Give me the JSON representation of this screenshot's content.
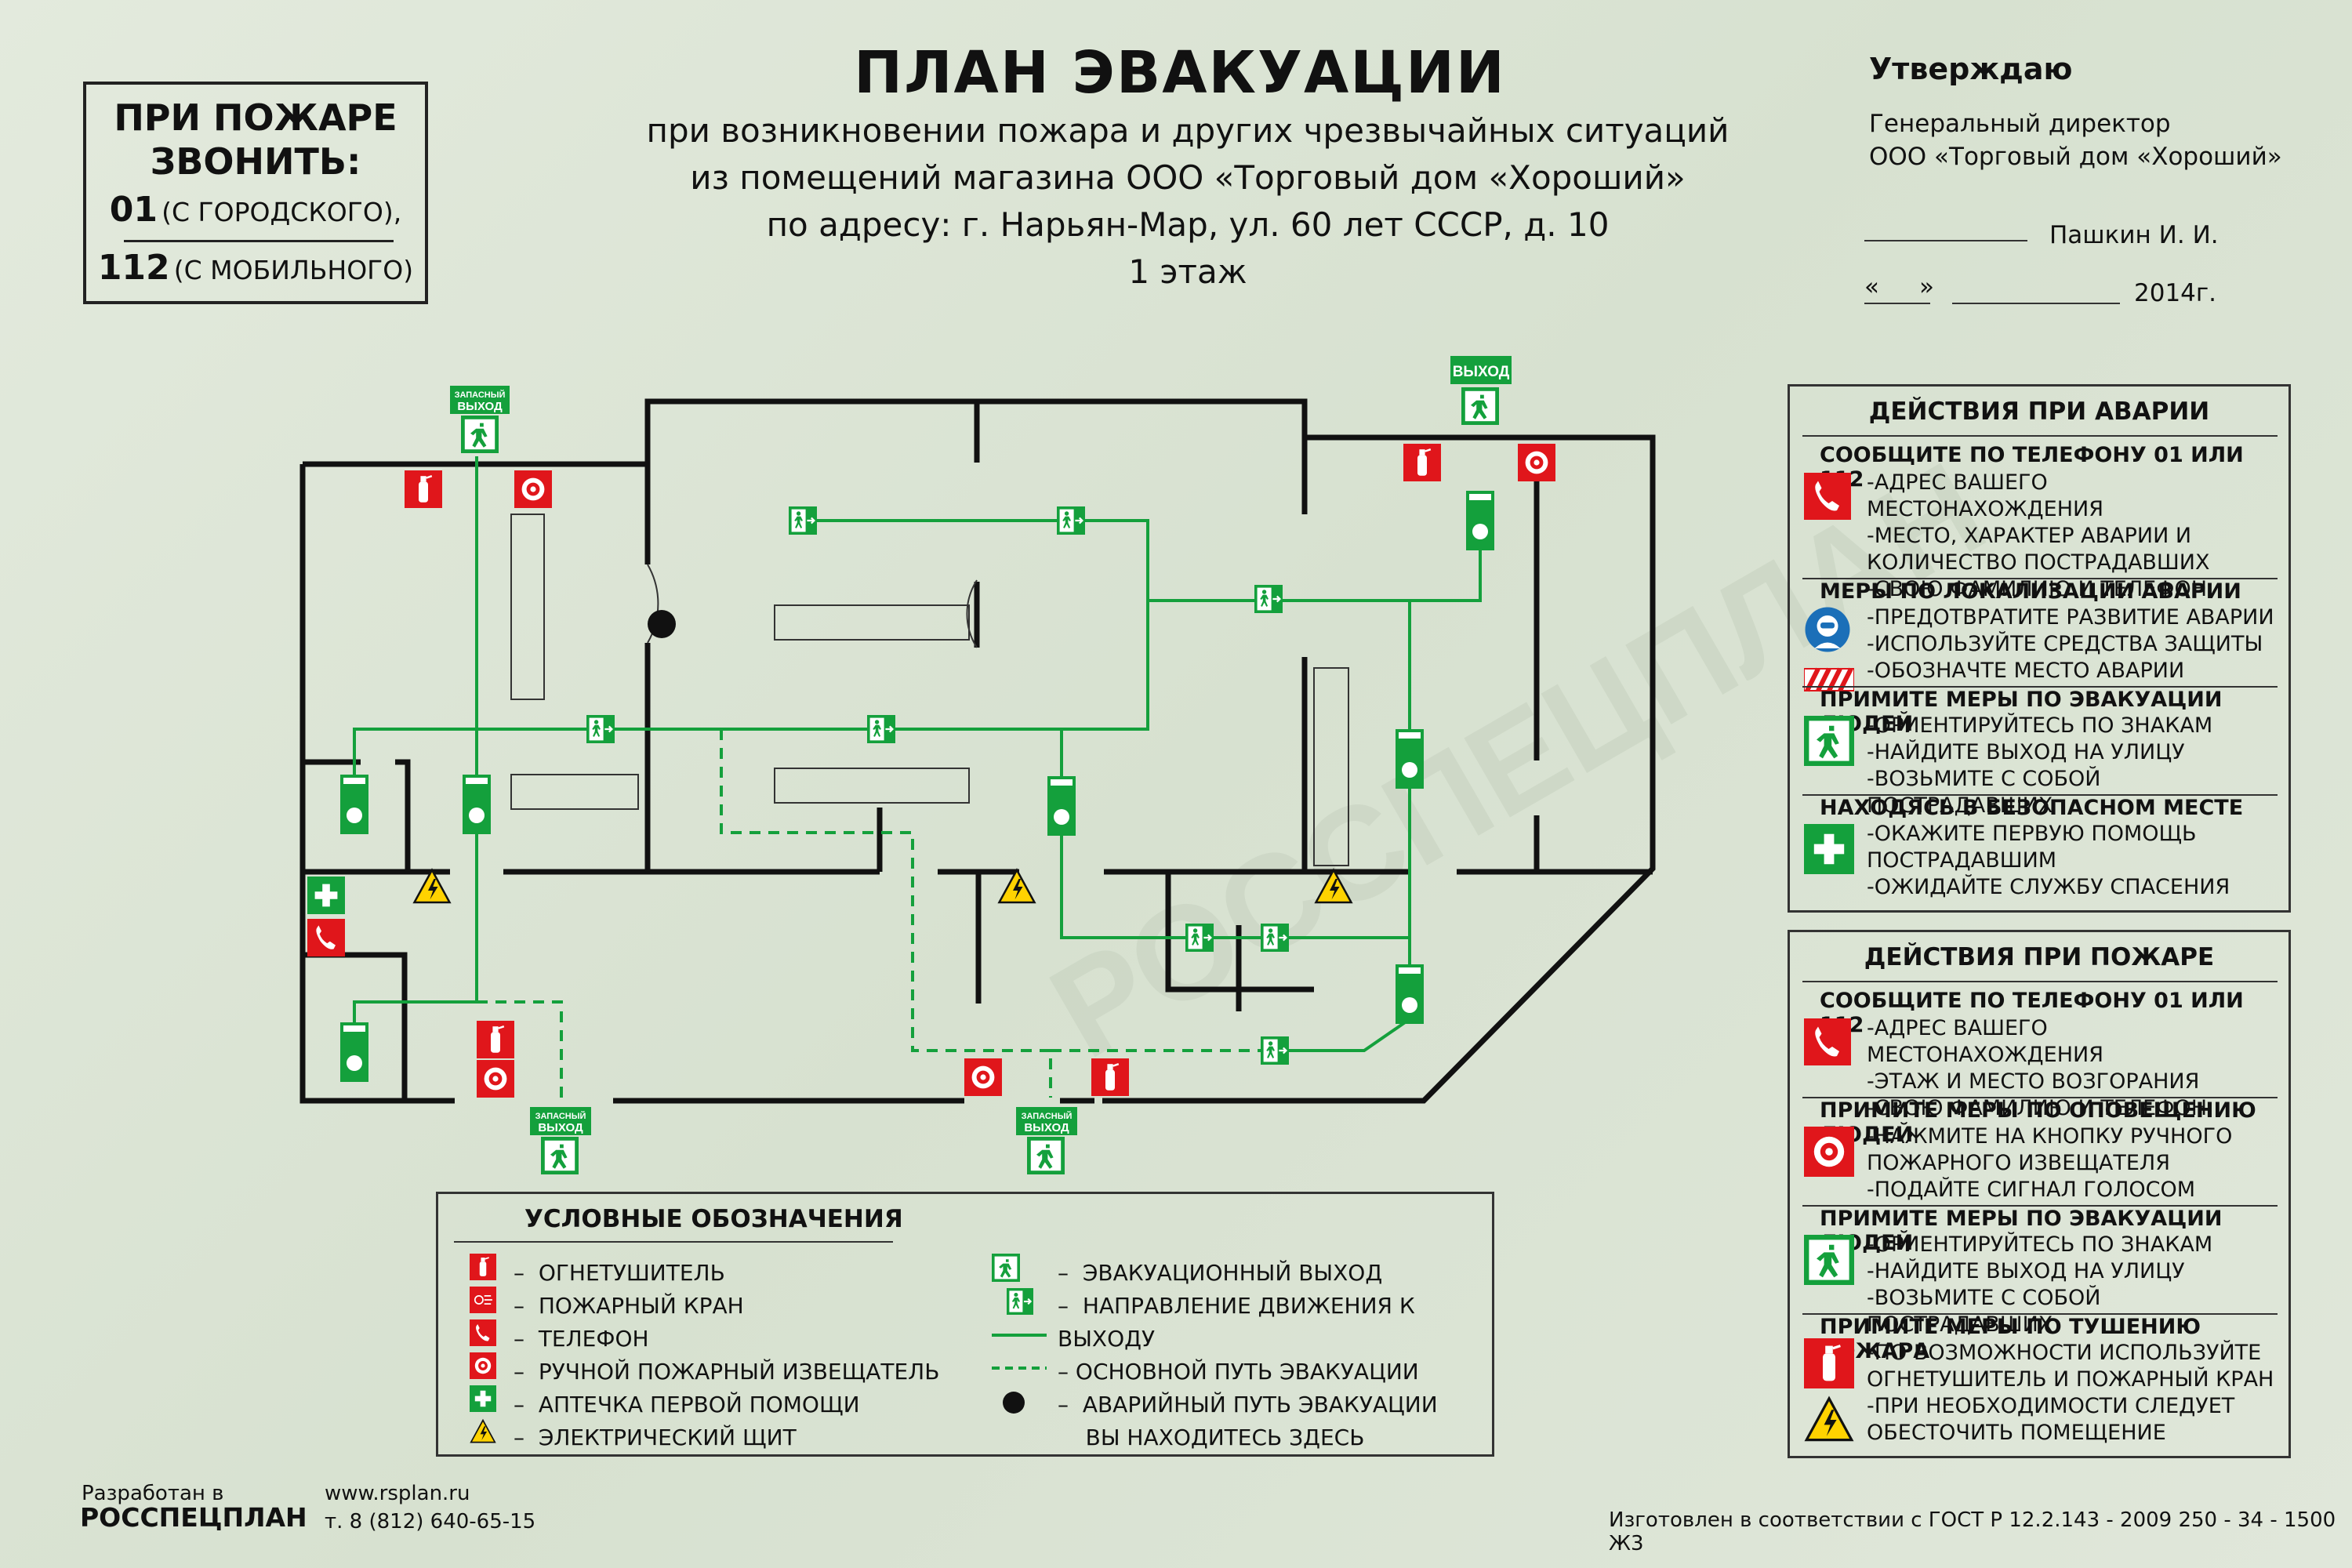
{
  "call_box": {
    "title": "ПРИ ПОЖАРЕ ЗВОНИТЬ:",
    "num1": "01",
    "note1": "(С ГОРОДСКОГО),",
    "num2": "112",
    "note2": "(С МОБИЛЬНОГО)"
  },
  "header": {
    "title": "ПЛАН ЭВАКУАЦИИ",
    "line1": "при возникновении пожара и других чрезвычайных ситуаций",
    "line2": "из помещений магазина ООО «Торговый дом «Хороший»",
    "line3": "по адресу: г. Нарьян-Мар, ул. 60 лет СССР, д. 10",
    "line4": "1 этаж"
  },
  "approval": {
    "title": "Утверждаю",
    "position": "Генеральный директор",
    "company": "ООО «Торговый дом «Хороший»",
    "name": "Пашкин И. И.",
    "date_quote_open": "«",
    "date_quote_close": "»",
    "year": "2014г."
  },
  "plan": {
    "exit_label": "ВЫХОД",
    "spare_exit_line1": "ЗАПАСНЫЙ",
    "spare_exit_line2": "ВЫХОД",
    "watermark": "РОССПЕЦПЛАН"
  },
  "legend": {
    "title": "УСЛОВНЫЕ ОБОЗНАЧЕНИЯ",
    "items_left": [
      {
        "icon": "fire-extinguisher-icon",
        "text": "ОГНЕТУШИТЕЛЬ"
      },
      {
        "icon": "fire-hydrant-icon",
        "text": "ПОЖАРНЫЙ КРАН"
      },
      {
        "icon": "telephone-icon",
        "text": "ТЕЛЕФОН"
      },
      {
        "icon": "manual-alarm-icon",
        "text": "РУЧНОЙ ПОЖАРНЫЙ ИЗВЕЩАТЕЛЬ"
      },
      {
        "icon": "first-aid-icon",
        "text": "АПТЕЧКА ПЕРВОЙ ПОМОЩИ"
      },
      {
        "icon": "electric-panel-icon",
        "text": "ЭЛЕКТРИЧЕСКИЙ ЩИТ"
      }
    ],
    "items_right": [
      {
        "icon": "exit-icon",
        "text": "ЭВАКУАЦИОННЫЙ ВЫХОД"
      },
      {
        "icon": "exit-direction-icon",
        "text": "НАПРАВЛЕНИЕ ДВИЖЕНИЯ К ВЫХОДУ"
      },
      {
        "icon": "main-route-line",
        "text": "ОСНОВНОЙ ПУТЬ ЭВАКУАЦИИ"
      },
      {
        "icon": "emergency-route-line",
        "text": "АВАРИЙНЫЙ ПУТЬ ЭВАКУАЦИИ"
      },
      {
        "icon": "you-are-here-dot",
        "text": "ВЫ НАХОДИТЕСЬ ЗДЕСЬ"
      }
    ],
    "dash": "–"
  },
  "accident_panel": {
    "title": "ДЕЙСТВИЯ ПРИ АВАРИИ",
    "sections": [
      {
        "head": "СООБЩИТЕ ПО ТЕЛЕФОНУ  01 ИЛИ 112",
        "icon": "telephone-icon",
        "lines": [
          "-АДРЕС ВАШЕГО МЕСТОНАХОЖДЕНИЯ",
          "-МЕСТО, ХАРАКТЕР АВАРИИ И",
          "КОЛИЧЕСТВО ПОСТРАДАВШИХ",
          "-СВОЮ ФАМИЛИЮ И  ТЕЛЕФОН"
        ]
      },
      {
        "head": "МЕРЫ ПО ЛОКАЛИЗАЦИИ АВАРИИ",
        "icon": "protective-gear-icon",
        "lines": [
          "-ПРЕДОТВРАТИТЕ РАЗВИТИЕ АВАРИИ",
          "-ИСПОЛЬЗУЙТЕ СРЕДСТВА ЗАЩИТЫ",
          "-ОБОЗНАЧТЕ МЕСТО АВАРИИ"
        ]
      },
      {
        "head": "ПРИМИТЕ МЕРЫ ПО ЭВАКУАЦИИ ЛЮДЕЙ",
        "icon": "exit-icon",
        "lines": [
          "-ОРИЕНТИРУЙТЕСЬ ПО ЗНАКАМ",
          "-НАЙДИТЕ ВЫХОД НА УЛИЦУ",
          "-ВОЗЬМИТЕ С СОБОЙ ПОСТРАДАВШИХ"
        ]
      },
      {
        "head": "НАХОДЯСЬ В БЕЗОПАСНОМ МЕСТЕ",
        "icon": "first-aid-icon",
        "lines": [
          "-ОКАЖИТЕ ПЕРВУЮ ПОМОЩЬ",
          "ПОСТРАДАВШИМ",
          "-ОЖИДАЙТЕ СЛУЖБУ СПАСЕНИЯ"
        ]
      }
    ]
  },
  "fire_panel": {
    "title": "ДЕЙСТВИЯ ПРИ ПОЖАРЕ",
    "sections": [
      {
        "head": "СООБЩИТЕ ПО ТЕЛЕФОНУ  01 ИЛИ 112",
        "icon": "telephone-icon",
        "lines": [
          "-АДРЕС ВАШЕГО МЕСТОНАХОЖДЕНИЯ",
          "-ЭТАЖ И МЕСТО ВОЗГОРАНИЯ",
          "-СВОЮ ФАМИЛИЮ И  ТЕЛЕФОН"
        ]
      },
      {
        "head": "ПРИМИТЕ МЕРЫ ПО ОПОВЕЩЕНИЮ ЛЮДЕЙ",
        "icon": "manual-alarm-icon",
        "lines": [
          "-НАЖМИТЕ НА КНОПКУ РУЧНОГО",
          "ПОЖАРНОГО ИЗВЕЩАТЕЛЯ",
          "-ПОДАЙТЕ СИГНАЛ ГОЛОСОМ"
        ]
      },
      {
        "head": "ПРИМИТЕ МЕРЫ ПО ЭВАКУАЦИИ ЛЮДЕЙ",
        "icon": "exit-icon",
        "lines": [
          "-ОРИЕНТИРУЙТЕСЬ ПО ЗНАКАМ",
          "-НАЙДИТЕ ВЫХОД НА УЛИЦУ",
          "-ВОЗЬМИТЕ С СОБОЙ ПОСТРАДАВШИХ"
        ]
      },
      {
        "head": "ПРИМИТЕ МЕРЫ ПО ТУШЕНИЮ ПОЖАРА",
        "icon": "fire-extinguisher-icon",
        "lines": [
          "-ПО ВОЗМОЖНОСТИ ИСПОЛЬЗУЙТЕ",
          "ОГНЕТУШИТЕЛЬ И ПОЖАРНЫЙ КРАН",
          "-ПРИ НЕОБХОДИМОСТИ СЛЕДУЕТ",
          "ОБЕСТОЧИТЬ ПОМЕЩЕНИЕ"
        ]
      }
    ]
  },
  "footer": {
    "dev_label": "Разработан в",
    "dev_brand": "РОССПЕЦПЛАН",
    "site": "www.rsplan.ru",
    "phone": "т. 8 (812) 640-65-15",
    "gost": "Изготовлен в соответствии с ГОСТ Р 12.2.143 - 2009 250 - 34 - 1500 Ж3"
  },
  "colors": {
    "green": "#14a03c",
    "red": "#e0161b",
    "wall": "#111111",
    "yellow": "#ffd200",
    "background": "#dde6d6"
  }
}
